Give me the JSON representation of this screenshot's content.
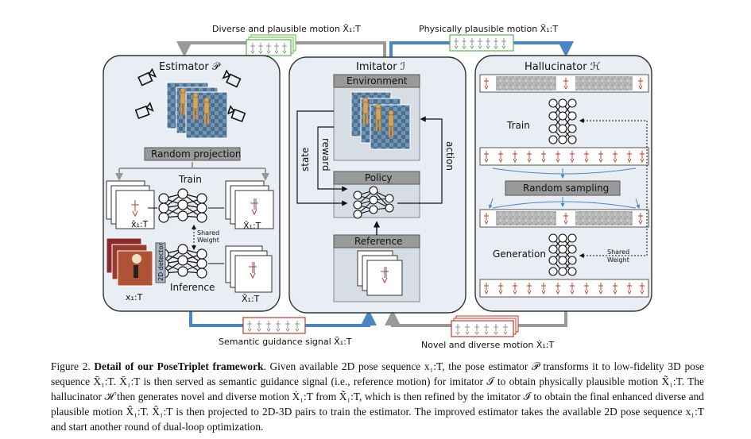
{
  "top_left_label": "Diverse and plausible motion X̂₁:T",
  "top_right_label": "Physically plausible motion X̃₁:T",
  "bottom_left_label": "Semantic guidance signal X̄₁:T",
  "bottom_right_label": "Novel and diverse motion Ẋ₁:T",
  "estimator": {
    "title": "Estimator 𝒫",
    "random_projection": "Random projection",
    "train": "Train",
    "inference": "Inference",
    "shared_weight_1": "Shared",
    "shared_weight_2": "Weight",
    "detector": "2D detector",
    "x_hat": "x̂₁:T",
    "X_hat": "X̂₁:T",
    "x_in": "x₁:T",
    "X_bar": "X̄₁:T"
  },
  "imitator": {
    "title": "Imitator ℐ",
    "environment": "Environment",
    "policy": "Policy",
    "reference": "Reference",
    "state": "state",
    "reward": "reward",
    "action": "action"
  },
  "hallucinator": {
    "title": "Hallucinator ℋ",
    "train": "Train",
    "random_sampling": "Random sampling",
    "generation": "Generation",
    "shared_weight_1": "Shared",
    "shared_weight_2": "Weight"
  },
  "caption": {
    "fig": "Figure 2.",
    "bold": "Detail of our PoseTriplet framework",
    "text": ". Given available 2D pose sequence x₁:T, the pose estimator 𝒫 transforms it to low-fidelity 3D pose sequence X̄₁:T. X̄₁:T is then served as semantic guidance signal (i.e., reference motion) for imitator ℐ to obtain physically plausible motion X̃₁:T. The hallucinator ℋ then generates novel and diverse motion Ẋ₁:T from X̃₁:T, which is then refined by the imitator ℐ to obtain the final enhanced diverse and plausible motion X̂₁:T. X̂₁:T is then projected to 2D-3D pairs to train the estimator. The improved estimator takes the available 2D pose sequence x₁:T and start another round of dual-loop optimization."
  }
}
